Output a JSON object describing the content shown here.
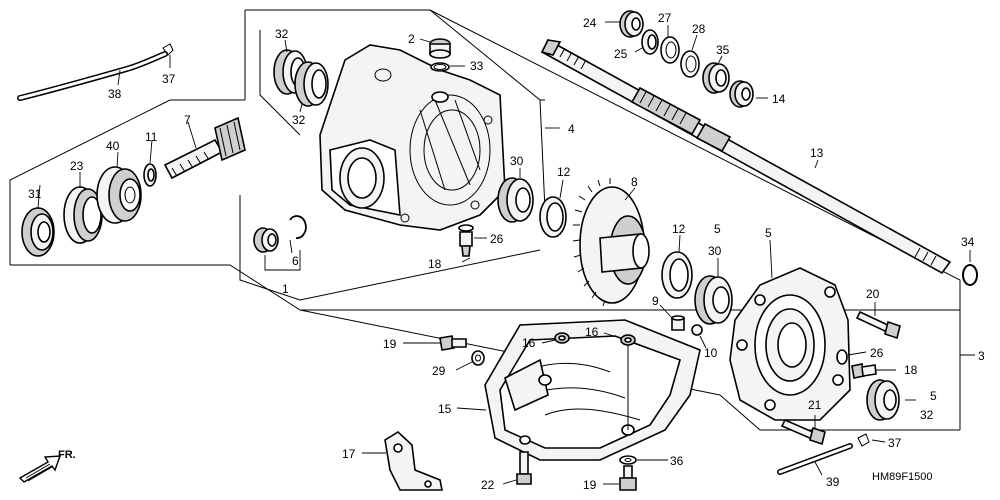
{
  "callouts": {
    "c1": "1",
    "c2": "2",
    "c3": "3",
    "c4": "4",
    "c5a": "5",
    "c5b": "5",
    "c5c": "5",
    "c6": "6",
    "c7": "7",
    "c8": "8",
    "c9": "9",
    "c10": "10",
    "c11": "11",
    "c12a": "12",
    "c12b": "12",
    "c13": "13",
    "c14": "14",
    "c15": "15",
    "c16a": "16",
    "c16b": "16",
    "c17": "17",
    "c18a": "18",
    "c18b": "18",
    "c19a": "19",
    "c19b": "19",
    "c20": "20",
    "c21": "21",
    "c22": "22",
    "c23": "23",
    "c24": "24",
    "c25": "25",
    "c26a": "26",
    "c26b": "26",
    "c27": "27",
    "c28": "28",
    "c29": "29",
    "c30a": "30",
    "c30b": "30",
    "c31": "31",
    "c32a": "32",
    "c32b": "32",
    "c32c": "32",
    "c33": "33",
    "c34": "34",
    "c35": "35",
    "c36": "36",
    "c37a": "37",
    "c37b": "37",
    "c38": "38",
    "c39": "39",
    "c40": "40"
  },
  "direction_label": "FR.",
  "diagram_code": "HM89F1500",
  "icons": {
    "direction": "forward-arrow-icon"
  }
}
